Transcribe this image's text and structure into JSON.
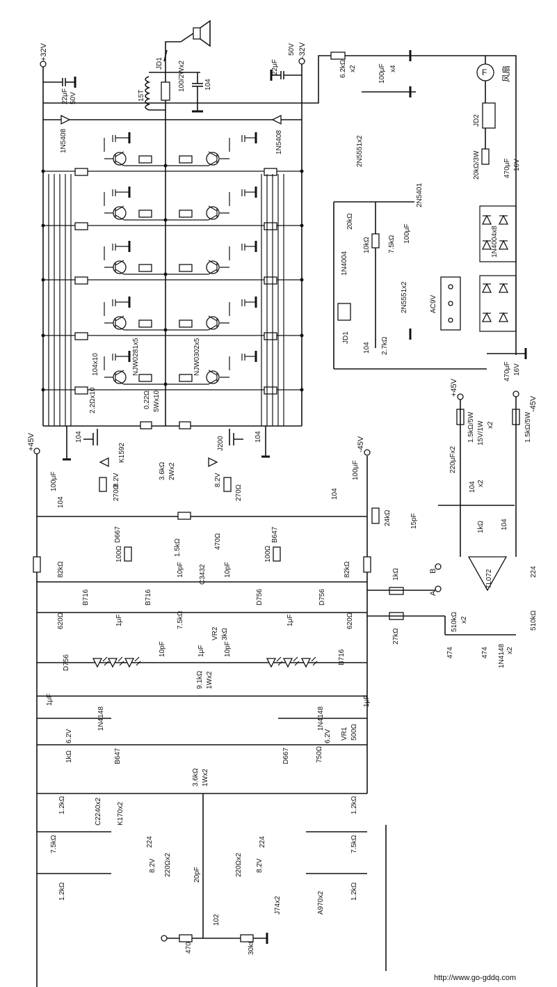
{
  "rails": {
    "pos32": "+32V",
    "neg32": "-32V",
    "pos45": "+45V",
    "neg45": "-45V"
  },
  "speaker_section": {
    "relay": "JD1",
    "coil": "15T",
    "cap_pos": "22μF",
    "cap_pos_v": "50V",
    "cap_neg": "22μF",
    "cap_neg_v": "50V",
    "zobel_r": "100/2Wx2",
    "zobel_c": "104",
    "diode_l": "1N5408",
    "diode_r": "1N5408"
  },
  "output_stage": {
    "npn": "NJW0281x5",
    "pnp": "NJW0302x5",
    "emitter_r": "0.22Ω",
    "emitter_r_w": "5Wx10",
    "base_r": "2.2Ωx10",
    "caps": "104x10",
    "mosfet_n": "K1592",
    "mosfet_p": "J200",
    "zener_l": "8.2V",
    "zener_r": "8.2V",
    "gate_r_l": "270Ω",
    "gate_r_r": "270Ω",
    "center_r": "3.6kΩ",
    "center_r_w": "2Wx2",
    "bypass_l": "104",
    "bypass_r": "104"
  },
  "driver_stage": {
    "q_l": "D667",
    "q_r": "B647",
    "r_mid": "1.5kΩ",
    "r_l": "100Ω",
    "r_r": "100Ω",
    "ibias_r": "470Ω",
    "vbe": "C3432",
    "cap_l": "10pF",
    "cap_r": "10pF",
    "r_82_l": "82kΩ",
    "r_82_r": "82kΩ",
    "psu_cap": "100μF",
    "psu_c2": "104",
    "psu_c3": "104",
    "psu_c4": "100μF",
    "vr2": "VR2",
    "vr2_val": "3kΩ",
    "r_75": "7.5kΩ",
    "q_b716_l": "B716",
    "q_b716_m": "B716",
    "q_d756_m": "D756",
    "q_d756_r": "D756",
    "r_620_l": "620Ω",
    "r_620_r": "620Ω",
    "c_1u_l": "1μF",
    "c_1u_r": "1μF",
    "c_10p_a": "10pF",
    "c_1u_m": "1μF",
    "c_10p_b": "10pF",
    "q_d756_l": "D756",
    "q_b716_r": "B716",
    "r_91": "9.1kΩ",
    "r_91_w": "1Wx2"
  },
  "input_stage": {
    "c_1u_l": "1μF",
    "c_1u_r": "1μF",
    "d_l": "1N4148",
    "d_r": "1N4148",
    "z_l": "6.2V",
    "z_r": "6.2V",
    "r_1k": "1kΩ",
    "q_b647": "B647",
    "q_d667": "D667",
    "r_750": "750Ω",
    "vr1": "VR1",
    "vr1_val": "500Ω",
    "r_36": "3.6kΩ",
    "r_36_w": "1Wx2",
    "q_c2240": "C2240x2",
    "q_k170": "K170x2",
    "q_j74": "J74x2",
    "q_a970": "A970x2",
    "r_12_a": "1.2kΩ",
    "r_12_b": "1.2kΩ",
    "r_12_c": "1.2kΩ",
    "r_12_d": "1.2kΩ",
    "r_75_l": "7.5kΩ",
    "r_75_r": "7.5kΩ",
    "c_224_l": "224",
    "c_224_r": "224",
    "z_82_l": "8.2V",
    "z_82_r": "8.2V",
    "r_220_l": "220Ωx2",
    "r_220_r": "220Ωx2",
    "c_20p": "20pF",
    "c_102": "102",
    "r_470": "470Ω",
    "r_30k": "30kΩ"
  },
  "protection": {
    "r_62k": "6.2kΩ",
    "r_62k_n": "x2",
    "c_100u": "100μF",
    "c_100u_n": "x4",
    "q_5551a": "2N5551x2",
    "q_5401": "2N5401",
    "r_20k": "20kΩ",
    "r_10k": "10kΩ",
    "r_75k": "7.5kΩ",
    "c_100u2": "100μF",
    "d_4004": "1N4004",
    "q_5551b": "2N5551x2",
    "relay": "JD1",
    "led_r": "2.7kΩ",
    "c_104": "104"
  },
  "fan_psu": {
    "fan": "F",
    "fan_label": "风扇",
    "relay": "JD2",
    "r_20k": "20kΩ/3W",
    "c_470": "470μF",
    "c_470_v": "16V",
    "bridge": "1N4004x8",
    "ac": "AC9V",
    "c_470b": "470μF",
    "c_470b_v": "16V"
  },
  "servo": {
    "rail_p": "+45V",
    "rail_n": "-45V",
    "r_15k_a": "1.5kΩ/5W",
    "z_15": "15V/1W",
    "z_15_n": "x2",
    "r_15k_b": "1.5kΩ/5W",
    "c_220": "220μFx2",
    "c_104": "104",
    "c_104_n": "x2",
    "r_1k": "1kΩ",
    "c_104b": "104",
    "opamp": "TL072",
    "c_224": "224",
    "r_24k": "24kΩ",
    "c_15p": "15pF",
    "r_1k_b": "1kΩ",
    "r_27k": "27kΩ",
    "r_510_a": "510kΩ",
    "r_510_a_n": "x2",
    "r_510_b": "510kΩ",
    "c_474_a": "474",
    "c_474_b": "474",
    "d_4148": "1N4148",
    "d_4148_n": "x2",
    "node_a": "A",
    "node_b": "B"
  },
  "footer": {
    "url": "http://www.go-gddq.com"
  }
}
